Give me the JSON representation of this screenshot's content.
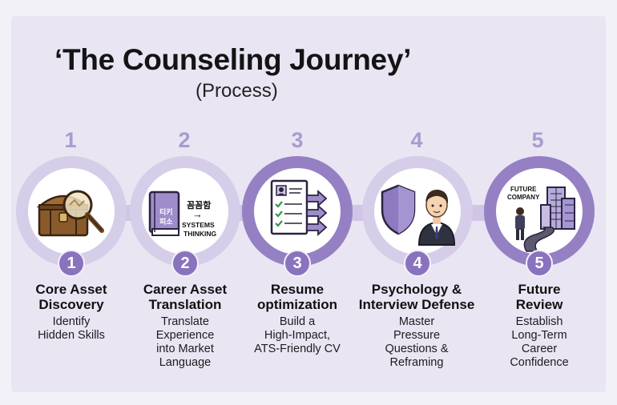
{
  "title": "‘The Counseling Journey’",
  "subtitle": "(Process)",
  "steps": [
    {
      "number": "1",
      "title_lines": [
        "Core Asset",
        "Discovery"
      ],
      "desc_lines": [
        "Identify",
        "Hidden Skills"
      ],
      "icon": "treasure-chest-magnifier-icon"
    },
    {
      "number": "2",
      "title_lines": [
        "Career Asset",
        "Translation"
      ],
      "desc_lines": [
        "Translate",
        "Experience",
        "into Market",
        "Language"
      ],
      "icon": "book-translation-icon",
      "icon_text": {
        "book_top": "티키",
        "book_bottom": "피소",
        "korean": "꼼꼼함",
        "arrow": "→",
        "systems": "SYSTEMS",
        "thinking": "THINKING"
      }
    },
    {
      "number": "3",
      "title_lines": [
        "Resume",
        "optimization"
      ],
      "desc_lines": [
        "Build a",
        "High-Impact,",
        "ATS-Friendly CV"
      ],
      "icon": "resume-checklist-icon"
    },
    {
      "number": "4",
      "title_lines": [
        "Psychology &",
        "Interview Defense"
      ],
      "desc_lines": [
        "Master",
        "Pressure",
        "Questions &",
        "Reframing"
      ],
      "icon": "shield-person-icon"
    },
    {
      "number": "5",
      "title_lines": [
        "Future",
        "Review"
      ],
      "desc_lines": [
        "Establish",
        "Long-Term",
        "Career",
        "Confidence"
      ],
      "icon": "future-company-path-icon",
      "icon_text": {
        "line1": "FUTURE",
        "line2": "COMPANY"
      }
    }
  ],
  "colors": {
    "accent": "#8a73bd",
    "ring_light": "#d6cde9",
    "ring_dark": "#9580c4",
    "number_light": "#a99bce"
  }
}
